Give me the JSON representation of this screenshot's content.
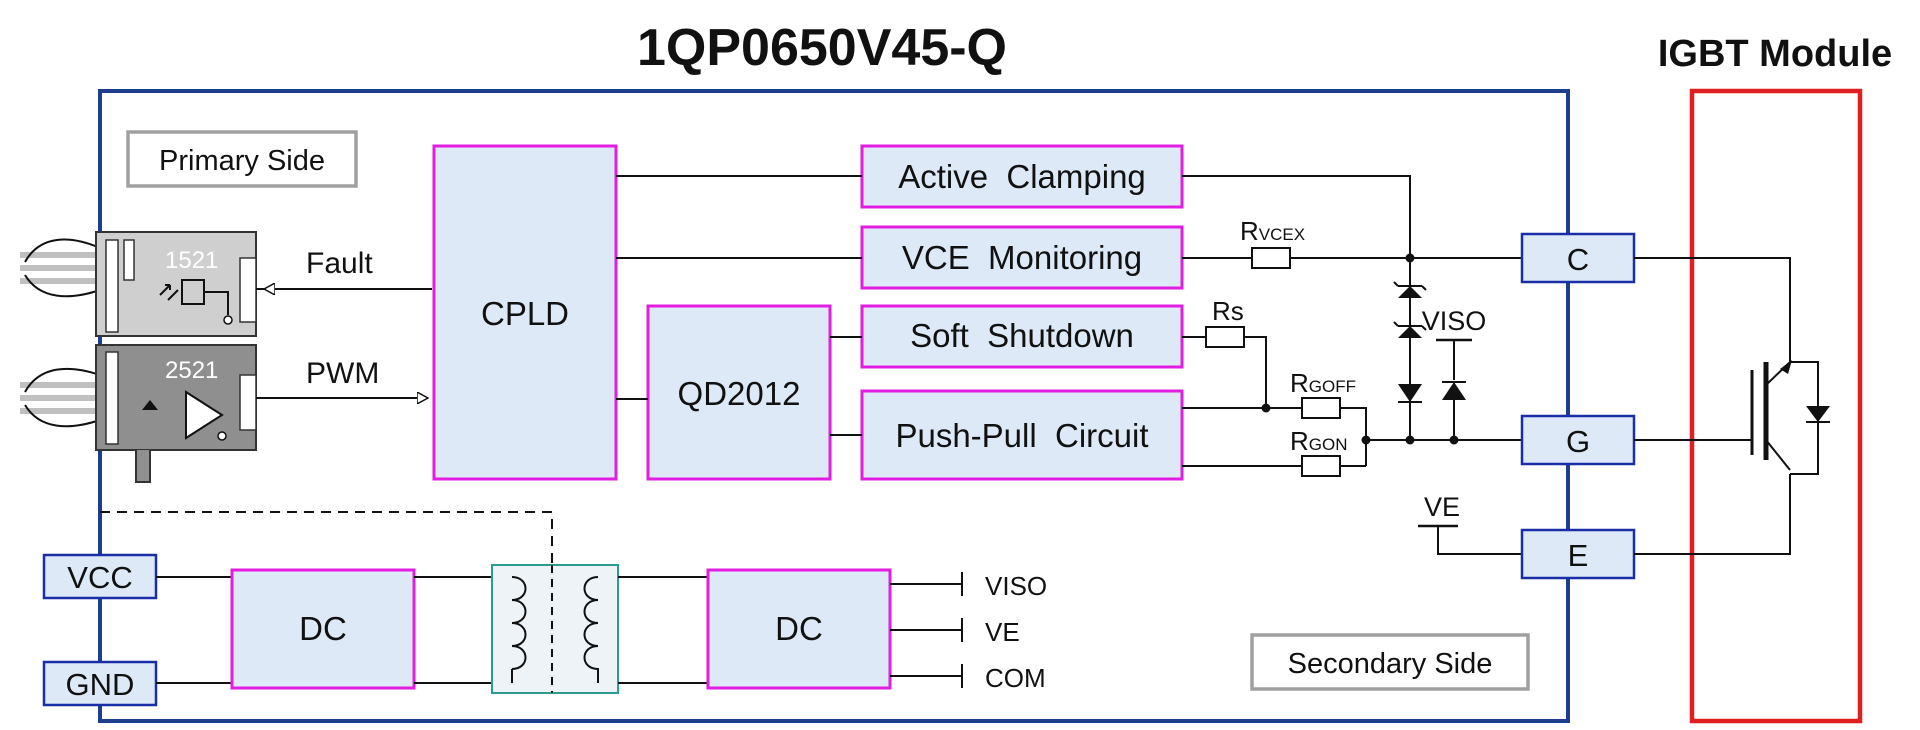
{
  "title": "1QP0650V45-Q",
  "igbt_label": "IGBT Module",
  "primary_side": "Primary Side",
  "secondary_side": "Secondary Side",
  "optocouplers": [
    "1521",
    "2521"
  ],
  "signals": {
    "fault": "Fault",
    "pwm": "PWM"
  },
  "blocks": {
    "cpld": "CPLD",
    "qd": "QD2012",
    "active_clamping": "Active  Clamping",
    "vce_monitoring": "VCE  Monitoring",
    "soft_shutdown": "Soft  Shutdown",
    "push_pull": "Push-Pull  Circuit",
    "dc_left": "DC",
    "dc_right": "DC"
  },
  "resistors": {
    "rvcex": {
      "main": "R",
      "sub": "VCEX"
    },
    "rs": {
      "main": "Rs"
    },
    "rgoff": {
      "main": "R",
      "sub": "GOFF"
    },
    "rgon": {
      "main": "R",
      "sub": "GON"
    }
  },
  "ports": {
    "c": "C",
    "g": "G",
    "e": "E",
    "vcc": "VCC",
    "gnd": "GND"
  },
  "rails": {
    "viso_top": "VISO",
    "ve_top": "VE",
    "viso": "VISO",
    "ve": "VE",
    "com": "COM"
  },
  "colors": {
    "frame": "#1d3e8c",
    "igbt_frame": "#e02020",
    "block_border": "#e11ee1",
    "port_border": "#1a2ea8",
    "block_fill": "#dde9f7",
    "transformer_border": "#2a9d8f"
  }
}
